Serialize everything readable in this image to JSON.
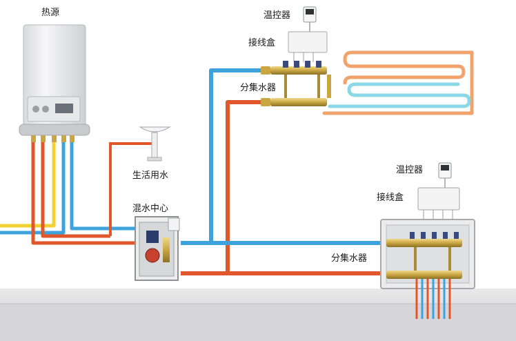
{
  "labels": {
    "heat_source": "热源",
    "thermostat_top": "温控器",
    "junction_box_top": "接线盒",
    "manifold_top": "分集水器",
    "domestic_water": "生活用水",
    "mixing_center": "混水中心",
    "thermostat_bottom": "温控器",
    "junction_box_bottom": "接线盒",
    "manifold_bottom": "分集水器"
  },
  "colors": {
    "hot_pipe": "#e0572b",
    "cold_pipe": "#3ea3dc",
    "yellow_pipe": "#f2d232",
    "floor_loop_hot": "#f0a36d",
    "floor_loop_cool": "#8ad8e6",
    "brass": "#c9a642"
  }
}
